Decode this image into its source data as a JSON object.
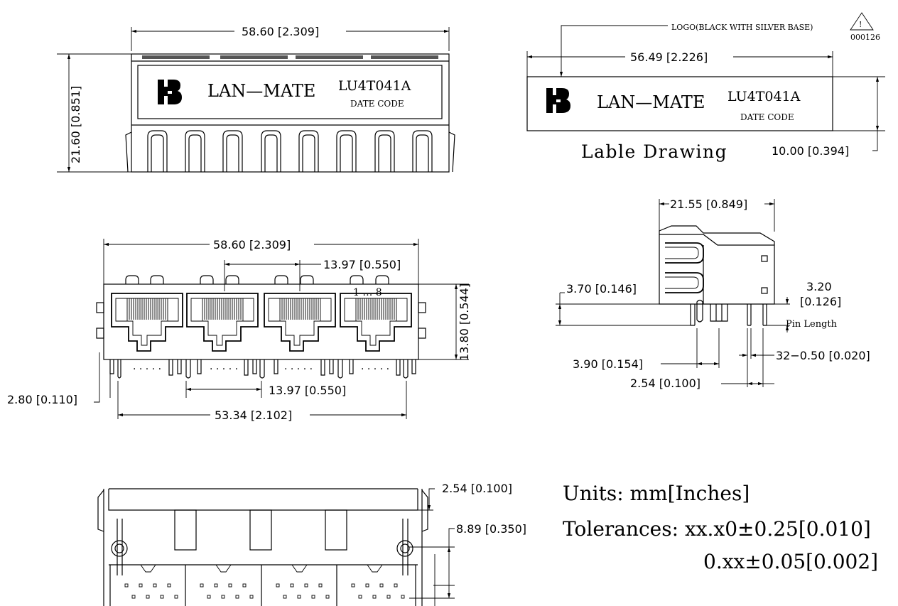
{
  "top_view": {
    "width_dim": "58.60 [2.309]",
    "height_dim": "21.60 [0.851]",
    "label_brand": "LAN—MATE",
    "label_part": "LU4T041A",
    "label_date": "DATE CODE"
  },
  "label_drawing": {
    "logo_note": "LOGO(BLACK WITH SILVER BASE)",
    "warning_code": "000126",
    "warning_glyph": "!",
    "width_dim": "56.49 [2.226]",
    "height_dim": "10.00 [0.394]",
    "brand": "LAN—MATE",
    "part": "LU4T041A",
    "date": "DATE CODE",
    "caption": "Lable Drawing"
  },
  "front_view": {
    "width_dim": "58.60 [2.309]",
    "pitch_top": "13.97 [0.550]",
    "height_dim": "13.80 [0.544]",
    "pin_label": "1  …  8",
    "pitch_bottom": "13.97 [0.550]",
    "offset_dim": "2.80 [0.110]",
    "pin_span_dim": "53.34 [2.102]"
  },
  "side_view": {
    "depth_dim": "21.55 [0.849]",
    "standoff_dim": "3.70 [0.146]",
    "pin_length_dim_a": "3.20",
    "pin_length_dim_b": "[0.126]",
    "pin_length_label": "Pin Length",
    "row_dim": "3.90 [0.154]",
    "pin_dim": "32−0.50 [0.020]",
    "pitch_dim": "2.54 [0.100]"
  },
  "bottom_view": {
    "row_pitch": "2.54 [0.100]",
    "row_offset": "8.89 [0.350]"
  },
  "notes": {
    "units": "Units: mm[Inches]",
    "tol1": "Tolerances: xx.x0±0.25[0.010]",
    "tol2": "0.xx±0.05[0.002]"
  }
}
